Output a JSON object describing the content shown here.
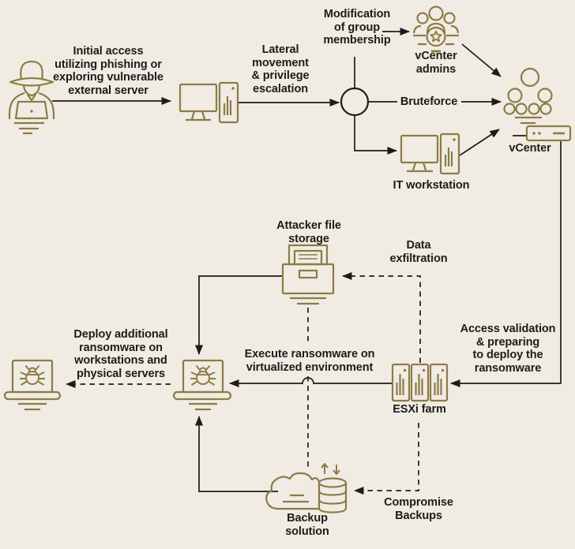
{
  "colors": {
    "background": "#f0ece3",
    "icon_stroke": "#8d7b47",
    "connector": "#1e1c19",
    "text": "#1d1c1b"
  },
  "labels": {
    "initial_access": "Initial access\nutilizing phishing or\nexploring vulnerable\nexternal server",
    "lateral_movement": "Lateral\nmovement\n& privilege\nescalation",
    "modification_group": "Modification\nof group\nmembership",
    "vcenter_admins": "vCenter\nadmins",
    "bruteforce": "Bruteforce",
    "vcenter": "vCenter",
    "it_workstation": "IT workstation",
    "attacker_file_storage": "Attacker file\nstorage",
    "data_exfiltration": "Data\nexfiltration",
    "access_validation": "Access validation\n& preparing\nto deploy the\nransomware",
    "esxi_farm": "ESXi farm",
    "execute_ransomware": "Execute ransomware on\nvirtualized environment",
    "deploy_additional": "Deploy additional\nransomware on\nworkstations and\nphysical servers",
    "backup_solution": "Backup\nsolution",
    "compromise_backups": "Compromise\nBackups"
  },
  "icons": {
    "attacker": "hacker-laptop-icon",
    "compromised_workstation": "desktop-computer-icon",
    "decision_node": "circle-junction-node",
    "vcenter_admins": "admin-group-star-badge-icon",
    "vcenter_users": "user-hierarchy-icon",
    "vcenter_appliance": "server-appliance-icon",
    "it_workstation": "desktop-computer-icon",
    "attacker_file_storage": "file-box-icon",
    "esxi_farm": "server-rack-triple-icon",
    "ransomware_laptop": "laptop-bug-icon",
    "infected_laptop": "laptop-bug-icon",
    "backup": "cloud-database-sync-icon"
  }
}
